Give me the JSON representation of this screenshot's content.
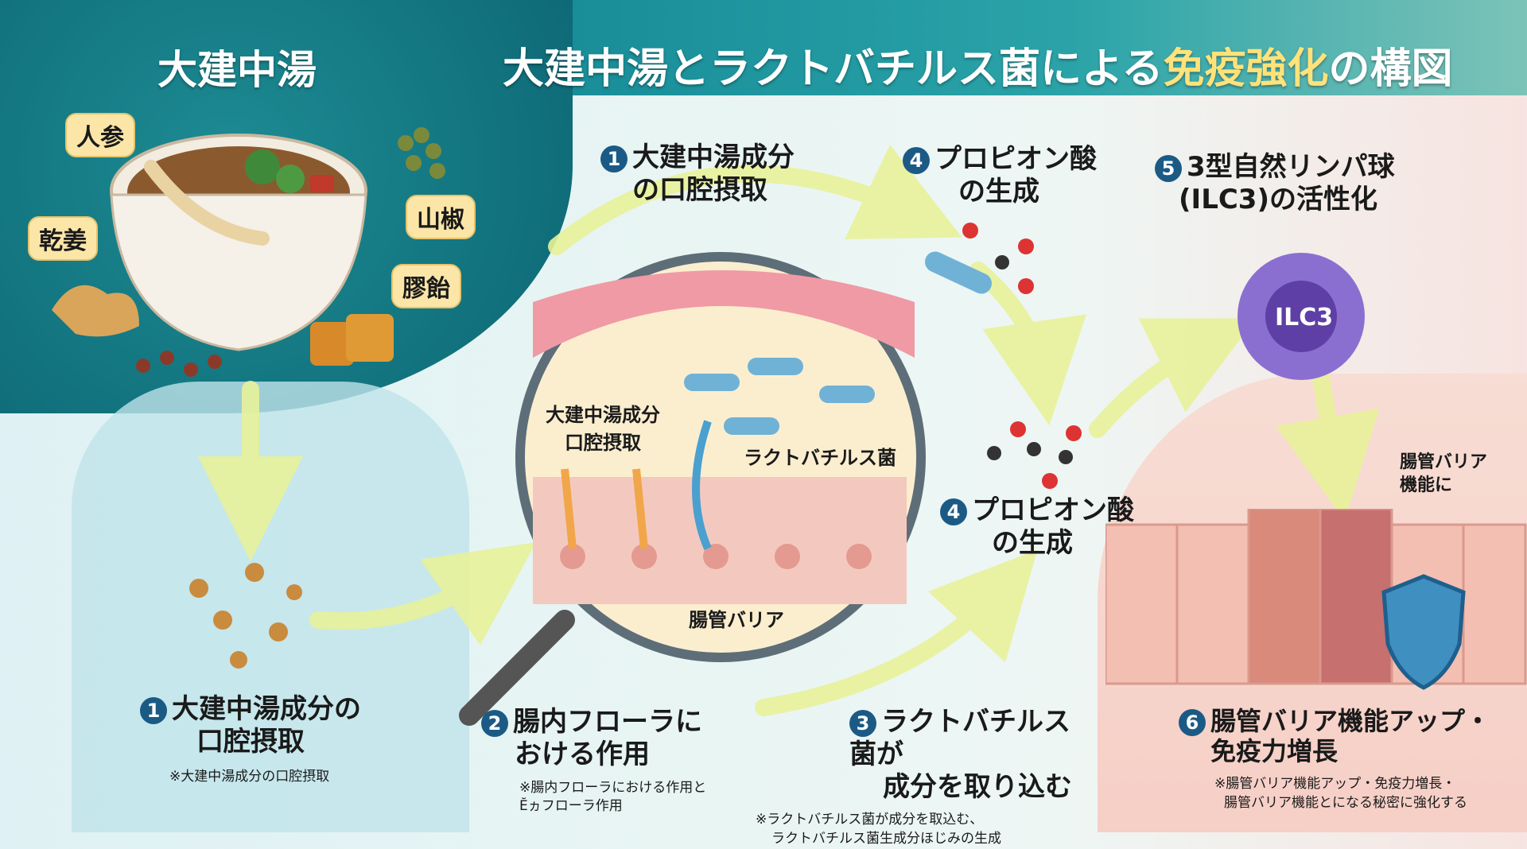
{
  "header": {
    "left_title": "大建中湯",
    "title_part1": "大建中湯とラクトバチルス菌による",
    "title_highlight": "免疫強化",
    "title_part2": "の構図"
  },
  "ingredients": [
    "人参",
    "乾姜",
    "山椒",
    "膠飴"
  ],
  "steps": {
    "top1": {
      "num": "1",
      "line1": "大建中湯成分",
      "line2": "の口腔摂取"
    },
    "top4": {
      "num": "4",
      "line1": "プロピオン酸",
      "line2": "の生成"
    },
    "top5": {
      "num": "5",
      "line1": "3型自然リンパ球",
      "line2": "(ILC3)の活性化"
    },
    "mid4": {
      "num": "4",
      "line1": "プロピオン酸",
      "line2": "の生成"
    },
    "bottom1": {
      "num": "1",
      "line1": "大建中湯成分の",
      "line2": "口腔摂取",
      "note1": "※大建中湯成分の口腔摂取"
    },
    "bottom2": {
      "num": "2",
      "line1": "腸内フローラに",
      "line2": "おける作用",
      "note1": "※腸内フローラにおける作用と",
      "note2": "Ĕヵフローラ作用"
    },
    "bottom3": {
      "num": "3",
      "line1": "ラクトバチルス菌が",
      "line2": "成分を取り込む",
      "note1": "※ラクトバチルス菌が成分を取込む、",
      "note2": "ラクトバチルス菌生成分ほじみの生成"
    },
    "bottom6": {
      "num": "6",
      "line1": "腸管バリア機能アップ・",
      "line2": "免疫力増長",
      "note1": "※腸管バリア機能アップ・免疫力増長・",
      "note2": "腸管バリア機能とになる秘密に強化する"
    }
  },
  "magnifier": {
    "label_component_1": "大建中湯成分",
    "label_component_2": "口腔摂取",
    "label_bacteria": "ラクトバチルス菌",
    "label_barrier": "腸管バリア"
  },
  "ilc3": {
    "label": "ILC3"
  },
  "barrier_label": {
    "line1": "腸管バリア",
    "line2": "機能に"
  },
  "colors": {
    "teal": "#0f6f7a",
    "highlight": "#ffe27a",
    "step_badge": "#1c5a86"
  }
}
